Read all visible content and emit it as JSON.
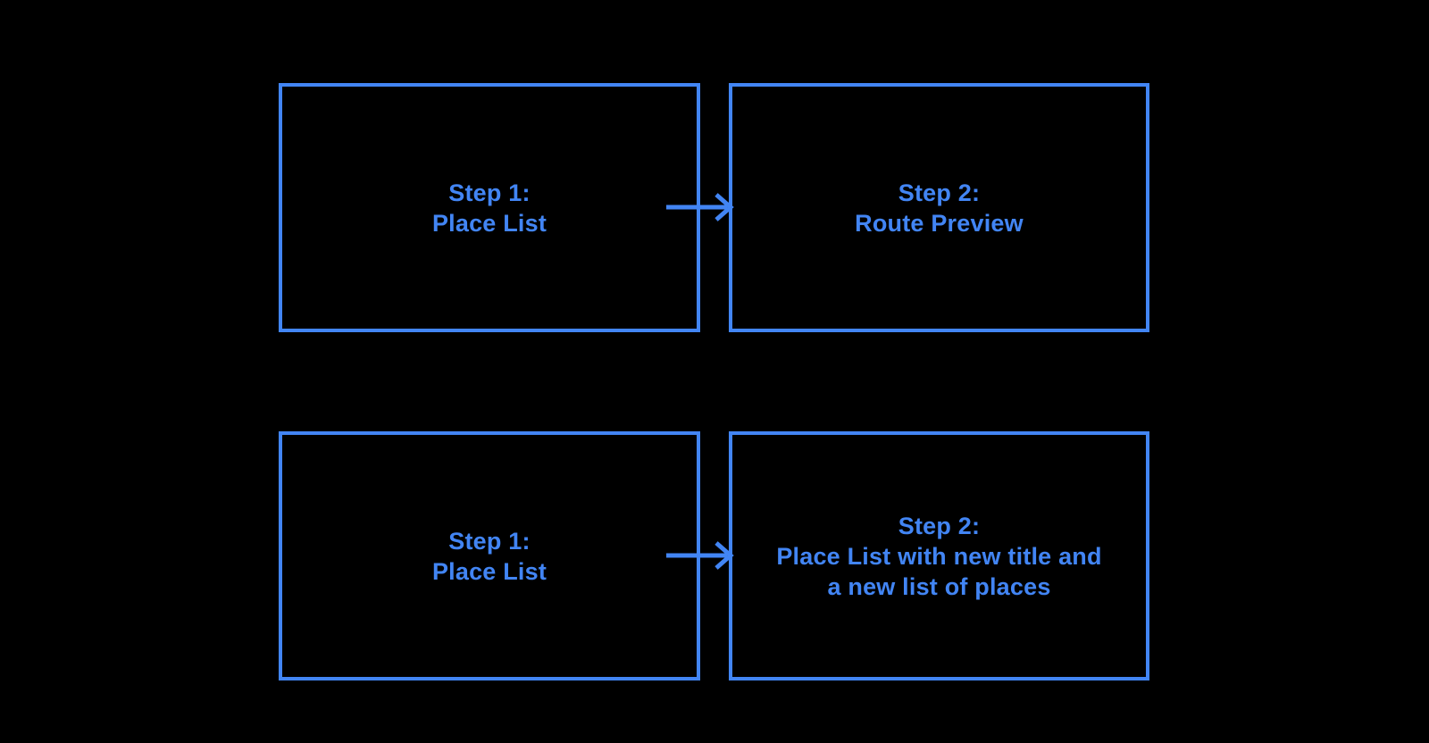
{
  "background_color": "#000000",
  "accent_color": "#4285F4",
  "flow_rows": [
    {
      "source_box": {
        "label": "Step 1:\nPlace List"
      },
      "arrow": {
        "direction": "right"
      },
      "target_box": {
        "label": "Step 2:\nRoute Preview"
      }
    },
    {
      "source_box": {
        "label": "Step 1:\nPlace List"
      },
      "arrow": {
        "direction": "right"
      },
      "target_box": {
        "label": "Step 2:\nPlace List with new title and\na new list of places"
      }
    }
  ]
}
